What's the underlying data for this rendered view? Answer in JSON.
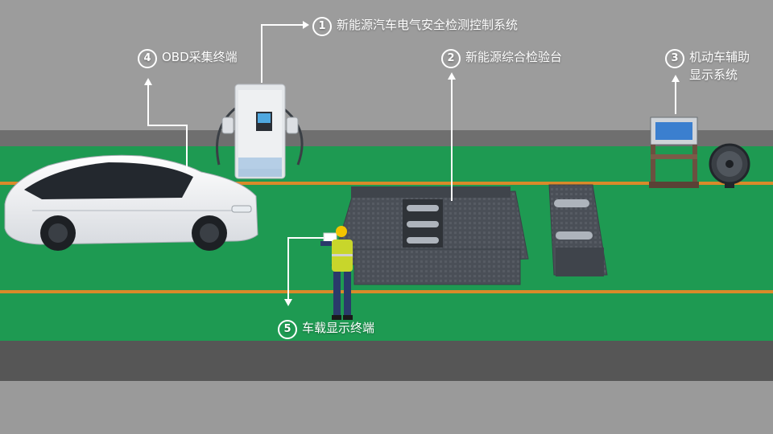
{
  "callouts": [
    {
      "num": "1",
      "lines": [
        "新能源汽车电气安全检测控制系统"
      ]
    },
    {
      "num": "2",
      "lines": [
        "新能源综合检验台"
      ]
    },
    {
      "num": "3",
      "lines": [
        "机动车辅助",
        "显示系统"
      ]
    },
    {
      "num": "4",
      "lines": [
        "OBD采集终端"
      ]
    },
    {
      "num": "5",
      "lines": [
        "车载显示终端"
      ]
    }
  ],
  "colors": {
    "wall": "#9c9c9c",
    "floor_green": "#1e9a52",
    "floor_line": "#d98a2a",
    "curb": "#565656",
    "callout_text": "#ffffff"
  },
  "icons": [
    "charging-station-icon",
    "inspection-platform-icon",
    "display-kiosk-icon",
    "fan-icon",
    "car-icon",
    "worker-icon"
  ]
}
